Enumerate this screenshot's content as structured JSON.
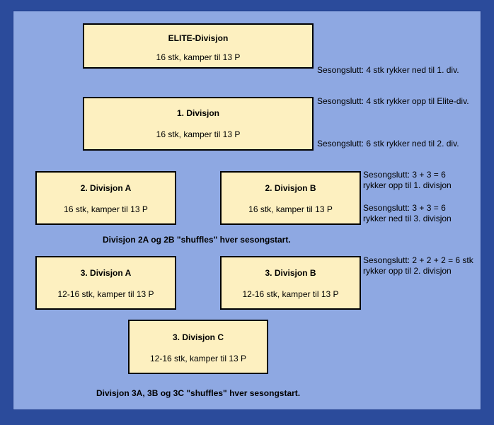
{
  "boxes": {
    "elite": {
      "title": "ELITE-Divisjon",
      "subtitle": "16 stk, kamper til 13 P"
    },
    "div1": {
      "title": "1. Divisjon",
      "subtitle": "16 stk, kamper til 13 P"
    },
    "div2a": {
      "title": "2. Divisjon A",
      "subtitle": "16 stk, kamper til 13 P"
    },
    "div2b": {
      "title": "2. Divisjon B",
      "subtitle": "16 stk, kamper til 13 P"
    },
    "div3a": {
      "title": "3. Divisjon A",
      "subtitle": "12-16 stk, kamper til 13 P"
    },
    "div3b": {
      "title": "3. Divisjon B",
      "subtitle": "12-16 stk, kamper til 13 P"
    },
    "div3c": {
      "title": "3. Divisjon C",
      "subtitle": "12-16 stk, kamper til 13 P"
    }
  },
  "notes": {
    "elite_down": "Sesongslutt: 4 stk rykker ned til 1. div.",
    "div1_up": "Sesongslutt: 4 stk rykker opp til Elite-div.",
    "div1_down": "Sesongslutt: 6 stk rykker ned til 2. div.",
    "div2_up_line1": "Sesongslutt: 3 + 3 = 6",
    "div2_up_line2": "rykker opp til 1. divisjon",
    "div2_down_line1": "Sesongslutt: 3 + 3 = 6",
    "div2_down_line2": "rykker ned til 3. divisjon",
    "div3_up_line1": "Sesongslutt: 2 + 2 + 2 = 6 stk",
    "div3_up_line2": "rykker opp til 2. divisjon"
  },
  "shuffle_notes": {
    "div2": "Divisjon 2A og 2B \"shuffles\" hver sesongstart.",
    "div3": "Divisjon 3A, 3B og 3C \"shuffles\" hver sesongstart."
  }
}
